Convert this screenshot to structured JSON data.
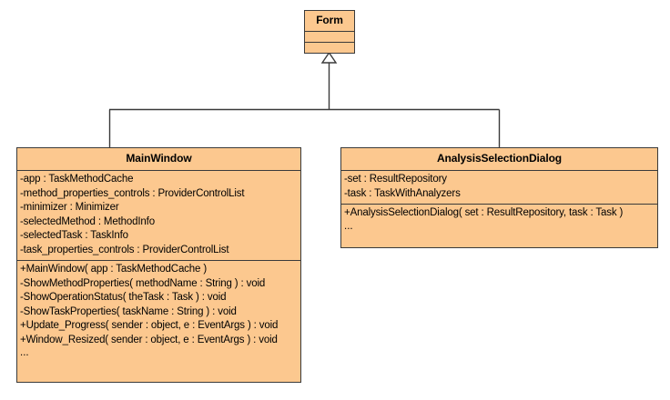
{
  "diagram": {
    "type": "uml-class-diagram",
    "background_color": "#ffffff",
    "class_fill_color": "#fcc88f",
    "border_color": "#3a3a3a",
    "relationship": "generalization"
  },
  "classes": {
    "form": {
      "name": "Form",
      "attributes": [],
      "operations": []
    },
    "main_window": {
      "name": "MainWindow",
      "attributes": [
        "-app : TaskMethodCache",
        "-method_properties_controls : ProviderControlList",
        "-minimizer : Minimizer",
        "-selectedMethod : MethodInfo",
        "-selectedTask : TaskInfo",
        "-task_properties_controls : ProviderControlList"
      ],
      "operations": [
        "+MainWindow( app : TaskMethodCache )",
        "-ShowMethodProperties( methodName : String ) : void",
        "-ShowOperationStatus( theTask : Task ) : void",
        "-ShowTaskProperties( taskName : String ) : void",
        "+Update_Progress( sender : object, e : EventArgs ) : void",
        "+Window_Resized( sender : object, e : EventArgs ) : void"
      ],
      "operations_more": "..."
    },
    "analysis_selection_dialog": {
      "name": "AnalysisSelectionDialog",
      "attributes": [
        "-set : ResultRepository",
        "-task : TaskWithAnalyzers"
      ],
      "operations": [
        "+AnalysisSelectionDialog( set : ResultRepository, task : Task )"
      ],
      "operations_more": "..."
    }
  }
}
